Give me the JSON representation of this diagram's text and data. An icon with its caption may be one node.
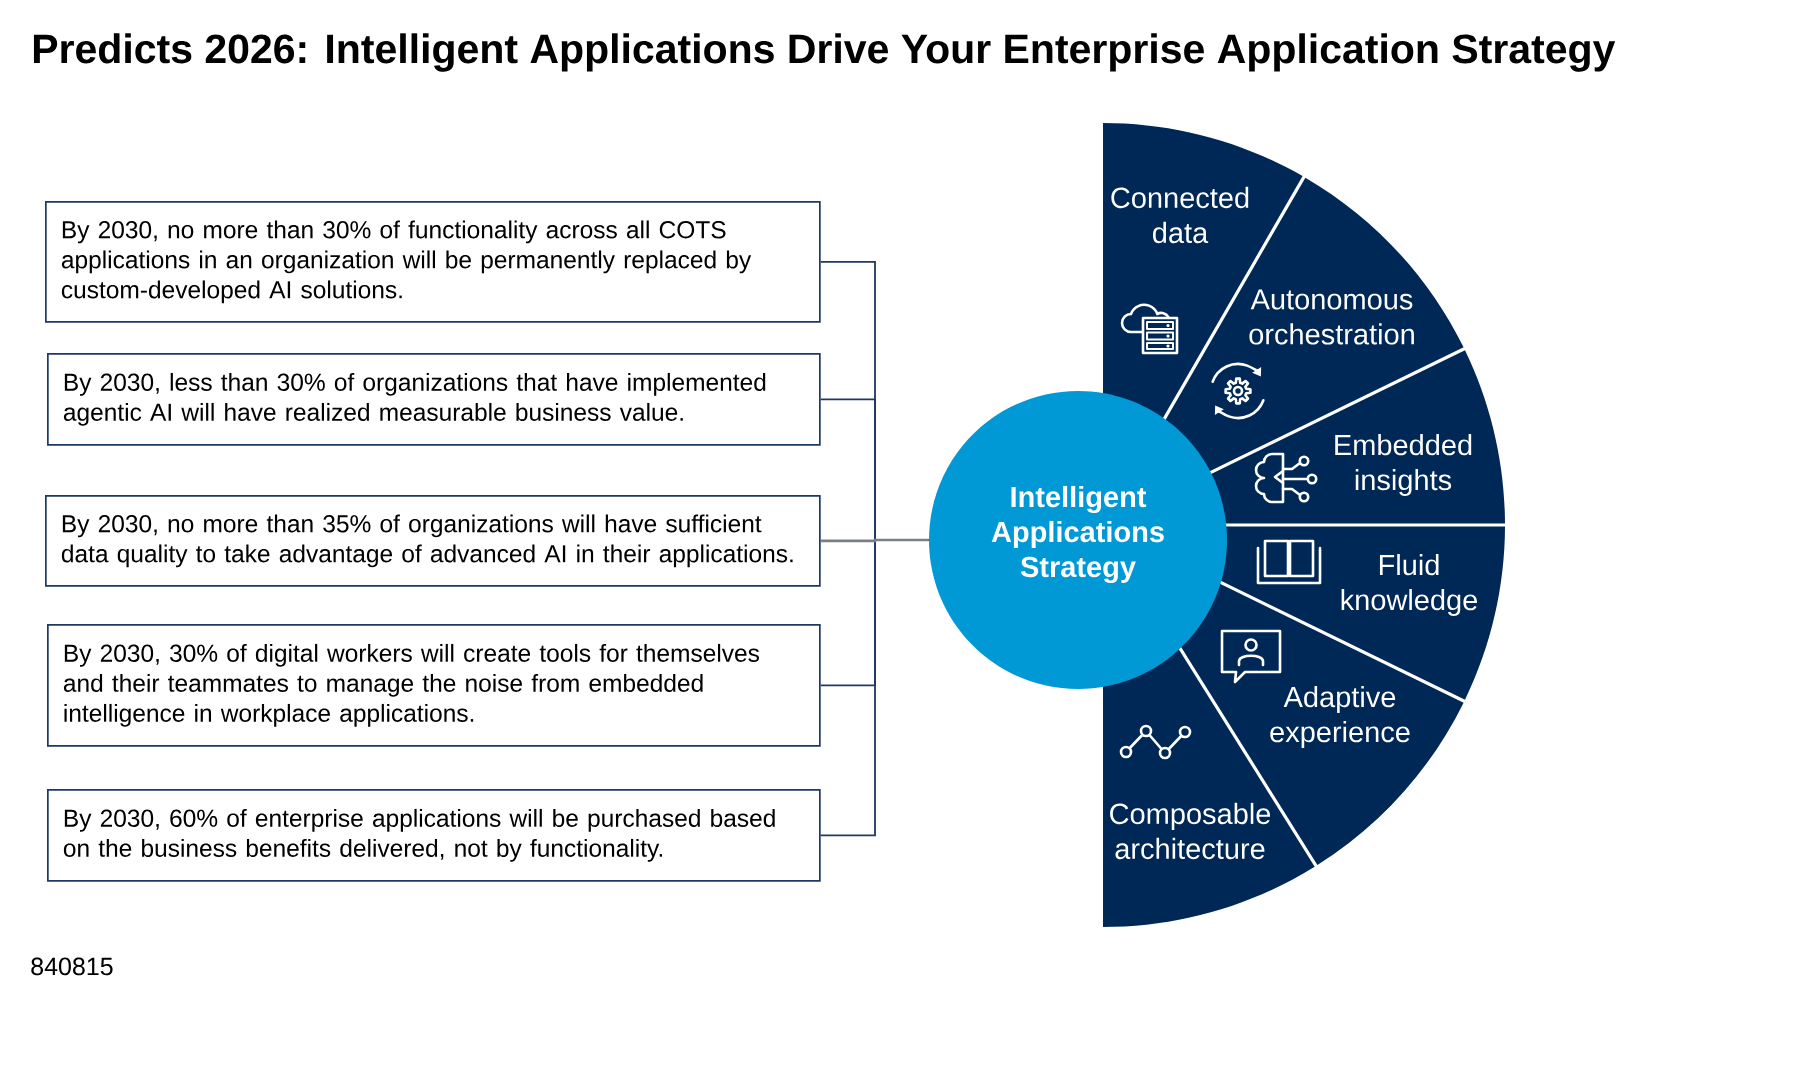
{
  "diagram": {
    "title": "Predicts 2026: Intelligent Applications Drive Your Enterprise Application Strategy",
    "nodes": [
      {
        "text": [
          "By 2030, no more than 30% of functionality across all COTS applications in an organization will be permanently replaced by custom-developed AI solutions."
        ]
      },
      {
        "text": [
          "By 2030, less than 30% of organizations that have implemented agentic AI will have realized measurable business value."
        ]
      },
      {
        "text": [
          "By 2030, no more than 35% of organizations will have sufficient data quality to take advantage of advanced AI in their applications."
        ]
      },
      {
        "text": [
          "By 2030, 30% of digital workers will create tools for themselves and their teammates to manage the noise from embedded intelligence in workplace applications."
        ]
      },
      {
        "text": [
          "By 2030, 60% of enterprise applications will be purchased based on the business benefits delivered, not by functionality."
        ]
      },
      {
        "text": [
          "Intelligent Applications Strategy"
        ]
      },
      {
        "text": [
          "Connected data"
        ]
      },
      {
        "text": [
          "Autonomous orchestration"
        ]
      },
      {
        "text": [
          "Embedded insights"
        ]
      },
      {
        "text": [
          "Fluid knowledge"
        ]
      },
      {
        "text": [
          "Adaptive experience"
        ]
      },
      {
        "text": [
          "Composable architecture"
        ]
      }
    ],
    "edges": [
      {
        "from": 0,
        "to": 5,
        "arrow": "none"
      },
      {
        "from": 1,
        "to": 5,
        "arrow": "none"
      },
      {
        "from": 2,
        "to": 5,
        "arrow": "none",
        "color": "#7a7f84"
      },
      {
        "from": 3,
        "to": 5,
        "arrow": "none"
      },
      {
        "from": 4,
        "to": 5,
        "arrow": "none"
      }
    ],
    "labels": [
      "840815"
    ]
  }
}
